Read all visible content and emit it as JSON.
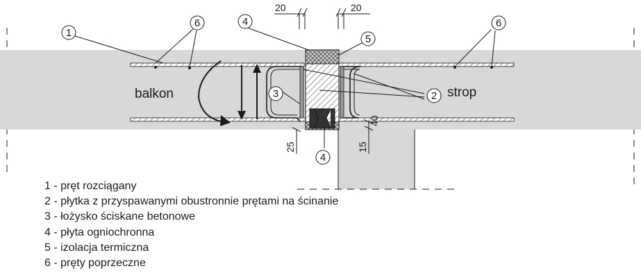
{
  "labels": {
    "balkon": "balkon",
    "strop": "strop"
  },
  "dimensions": {
    "top_left": "20",
    "top_right": "20",
    "bottom_left": "25",
    "bottom_right": "15",
    "bottom_mid": "40"
  },
  "callouts": [
    "1",
    "6",
    "4",
    "5",
    "6",
    "3",
    "2",
    "4"
  ],
  "legend": [
    "1 - pręt rozciągany",
    "2 - płytka z przyspawanymi obustronnie prętami na ścinanie",
    "3 - łożysko ściskane betonowe",
    "4 - płyta ogniochronna",
    "5 - izolacja termiczna",
    "6 - pręty poprzeczne"
  ],
  "colors": {
    "concrete": "#d8d8d8",
    "line": "#1a1a1a",
    "hatch": "#555555",
    "bearing": "#333333"
  }
}
